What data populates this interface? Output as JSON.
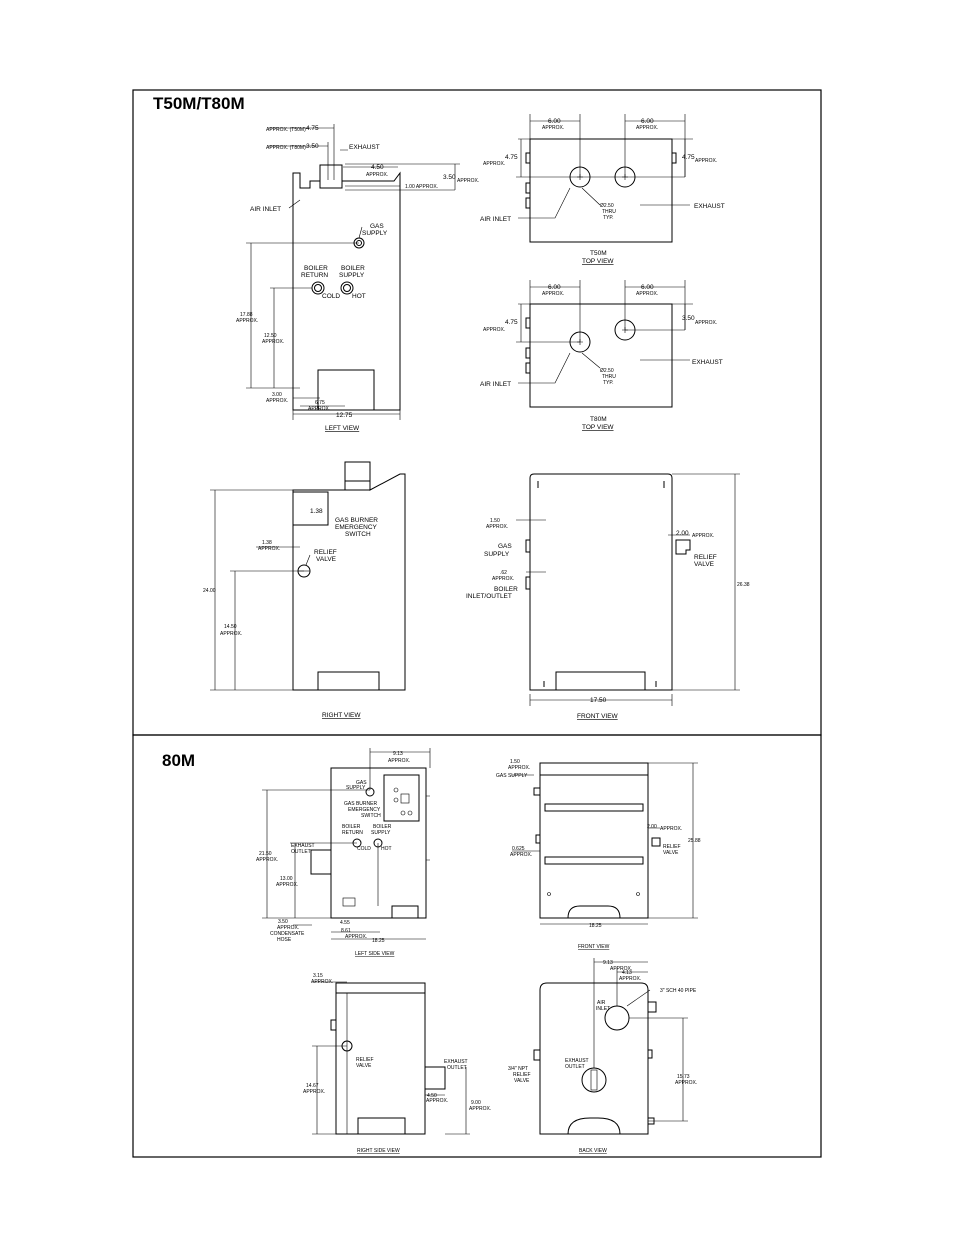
{
  "panel_top": {
    "title": "T50M/T80M",
    "left_view": {
      "caption": "LEFT VIEW",
      "approx_t50m": "APPROX. (T50M)",
      "approx_t80m": "APPROX. (T80M)",
      "dim_475": "4.75",
      "dim_350": "3.50",
      "exhaust": "EXHAUST",
      "dim_450": "4.50",
      "approx": "APPROX.",
      "dim_350b": "3.50",
      "dim_100": "1.00 APPROX.",
      "air_inlet": "AIR INLET",
      "gas": "GAS",
      "supply": "SUPPLY",
      "boiler": "BOILER",
      "return": "RETURN",
      "supply2": "SUPPLY",
      "cold": "COLD",
      "hot": "HOT",
      "dim_1788": "17.88",
      "dim_1250": "12.50",
      "dim_300": "3.00",
      "dim_675": "6.75",
      "dim_1275": "12.75"
    },
    "top_view_t50m": {
      "caption_model": "T50M",
      "caption": "TOP VIEW",
      "dim_600a": "6.00",
      "dim_600b": "6.00",
      "approx": "APPROX.",
      "dim_475a": "4.75",
      "dim_475b": "4.75",
      "air_inlet": "AIR INLET",
      "dia": "Ø2.50",
      "thru": "THRU",
      "typ": "TYP.",
      "exhaust": "EXHAUST"
    },
    "top_view_t80m": {
      "caption_model": "T80M",
      "caption": "TOP VIEW",
      "dim_600a": "6.00",
      "dim_600b": "6.00",
      "approx": "APPROX.",
      "dim_475": "4.75",
      "dim_350": "3.50",
      "air_inlet": "AIR INLET",
      "dia": "Ø2.50",
      "thru": "THRU",
      "typ": "TYP.",
      "exhaust": "EXHAUST"
    },
    "right_view": {
      "caption": "RIGHT VIEW",
      "gas_burner": "GAS BURNER",
      "emergency": "EMERGENCY",
      "switch": "SWITCH",
      "dim_138": "1.38",
      "approx": "APPROX.",
      "relief": "RELIEF",
      "valve": "VALVE",
      "dim_2400": "24.00",
      "dim_1450": "14.50"
    },
    "front_view": {
      "caption": "FRONT VIEW",
      "dim_150": "1.50",
      "approx": "APPROX.",
      "gas": "GAS",
      "supply": "SUPPLY",
      "dim_062": ".62",
      "boiler": "BOILER",
      "inlet_outlet": "INLET/OUTLET",
      "dim_200": "2.00",
      "relief": "RELIEF",
      "valve": "VALVE",
      "dim_2638": "26.38",
      "dim_1750": "17.50"
    }
  },
  "panel_bottom": {
    "title": "80M",
    "left_side_view": {
      "caption": "LEFT SIDE VIEW",
      "dim_913": "9.13",
      "approx": "APPROX.",
      "gas": "GAS",
      "supply": "SUPPLY",
      "gas_burner": "GAS BURNER",
      "emergency": "EMERGENCY",
      "switch": "SWITCH",
      "boiler_a": "BOILER",
      "return": "RETURN",
      "boiler_b": "BOILER",
      "supply2": "SUPPLY",
      "cold": "COLD",
      "hot": "HOT",
      "exhaust": "EXHAUST",
      "outlet": "OUTLET",
      "dim_2150": "21.50",
      "dim_1300": "13.00",
      "dim_350": "3.50",
      "condensate": "CONDENSATE",
      "hose": "HOSE",
      "dim_455": "4.55",
      "dim_861": "8.61",
      "dim_1825": "18.25"
    },
    "front_view": {
      "caption": "FRONT VIEW",
      "dim_150": "1.50",
      "approx": "APPROX.",
      "gas_supply": "GAS SUPPLY",
      "dim_0625": "0.625",
      "dim_200": "2.00",
      "relief": "RELIEF",
      "valve": "VALVE",
      "dim_2588": "25.88",
      "dim_1825": "18.25"
    },
    "right_side_view": {
      "caption": "RIGHT SIDE VIEW",
      "dim_315": "3.15",
      "approx": "APPROX.",
      "relief": "RELIEF",
      "valve": "VALVE",
      "exhaust": "EXHAUST",
      "outlet": "OUTLET",
      "dim_1467": "14.67",
      "dim_450": "4.50",
      "dim_900": "9.00"
    },
    "back_view": {
      "caption": "BACK VIEW",
      "dim_913": "9.13",
      "approx": "APPROX.",
      "dim_413": "4.13",
      "air": "AIR",
      "inlet": "INLET",
      "pipe": "3\" SCH 40 PIPE",
      "exhaust": "EXHAUST",
      "outlet": "OUTLET",
      "npt": "3/4\" NPT",
      "relief": "RELIEF",
      "valve": "VALVE",
      "dim_1573": "15.73"
    }
  }
}
